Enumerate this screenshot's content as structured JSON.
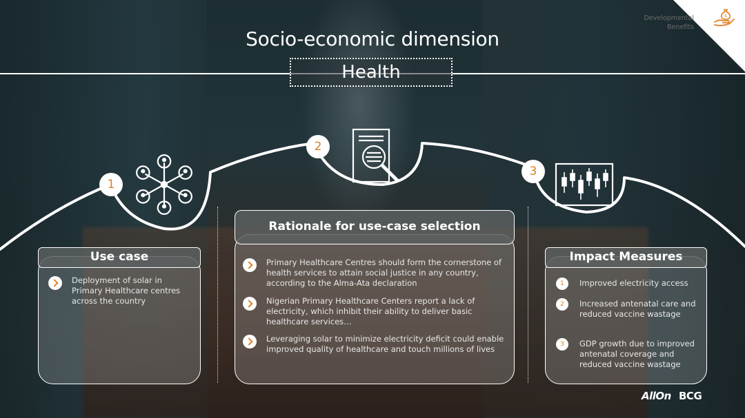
{
  "header": {
    "title": "Socio-economic dimension",
    "subtitle": "Health"
  },
  "corner": {
    "label_line1": "Developmental",
    "label_line2": "Benefits",
    "icon": "hand-money-bag-icon"
  },
  "steps": [
    {
      "number": "1",
      "icon": "network-people-icon"
    },
    {
      "number": "2",
      "icon": "document-search-icon"
    },
    {
      "number": "3",
      "icon": "candlestick-chart-icon"
    }
  ],
  "use_case": {
    "heading": "Use case",
    "items": [
      "Deployment of solar in Primary Healthcare centres across the country"
    ]
  },
  "rationale": {
    "heading": "Rationale for use-case selection",
    "items": [
      "Primary Healthcare Centres should form the cornerstone of health services to attain social justice in any country, according to the Alma-Ata declaration",
      "Nigerian Primary Healthcare Centers report a lack of electricity, which inhibit their ability to deliver basic healthcare services…",
      "Leveraging solar to minimize electricity deficit could enable improved quality of healthcare and touch millions of lives"
    ]
  },
  "impact": {
    "heading": "Impact Measures",
    "items": [
      {
        "num": "1",
        "text": "Improved electricity access"
      },
      {
        "num": "2",
        "text": "Increased antenatal care and reduced vaccine wastage"
      },
      {
        "num": "3",
        "text": "GDP growth due to improved antenatal coverage and reduced vaccine wastage"
      }
    ]
  },
  "logos": {
    "allon": "AllOn",
    "bcg": "BCG"
  },
  "colors": {
    "accent": "#e08020",
    "line": "#ffffff"
  }
}
